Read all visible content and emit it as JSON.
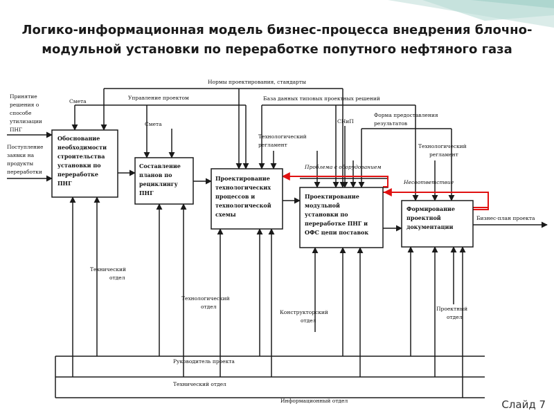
{
  "slide": {
    "title_lines": [
      "Логико-информационная модель бизнес-процесса внедрения блочно-",
      "модульной установки по переработке попутного нефтяного газа"
    ],
    "number": "Слайд 7"
  },
  "diagram": {
    "blocks": [
      [
        "Обоснование",
        "необходимости",
        "строительства",
        "установки по",
        "переработке",
        "ПНГ"
      ],
      [
        "Составление",
        "планов по",
        "рециклингу",
        "ПНГ"
      ],
      [
        "Проектирование",
        "технологических",
        "процессов и",
        "технологической",
        "схемы"
      ],
      [
        "Проектирование",
        "модульной",
        "установки по",
        "переработке ПНГ и",
        "ОФС цепи поставок"
      ],
      [
        "Формирование",
        "проектной",
        "документации"
      ]
    ],
    "inputs": {
      "decision": [
        "Принятие",
        "решения о",
        "способе",
        "утилизации",
        "ПНГ"
      ],
      "requests": [
        "Поступление",
        "заявки на",
        "продукты",
        "переработки"
      ]
    },
    "output": "Бизнес-план проекта",
    "controls": {
      "design_norms": "Нормы проектирования, стандарты",
      "project_mgmt": "Управление проектом",
      "estimate_1": "Смета",
      "estimate_2": "Смета",
      "typical_db": "База данных типовых проектных решений",
      "snip": "СНиП",
      "results_form": [
        "Форма предоставления",
        "результатов"
      ],
      "tech_regulation_1": [
        "Технологический",
        "регламент"
      ],
      "tech_regulation_2": [
        "Технологический",
        "регламент"
      ]
    },
    "feedback": {
      "equipment_problem": "Проблема с оборудованием",
      "mismatch": "Несоответствие"
    },
    "mechanisms": {
      "tech_dept_1": [
        "Технический",
        "отдел"
      ],
      "tech_process_dept": [
        "Технологический",
        "отдел"
      ],
      "design_bureau": [
        "Конструкторский",
        "отдел"
      ],
      "project_dept": [
        "Проектный",
        "отдел"
      ],
      "project_manager": "Руководитель проекта",
      "tech_dept_2": "Технический отдел",
      "info_dept": "Информационный отдел"
    },
    "colors": {
      "line": "#1a1a1a",
      "feedback": "#e01010"
    }
  }
}
